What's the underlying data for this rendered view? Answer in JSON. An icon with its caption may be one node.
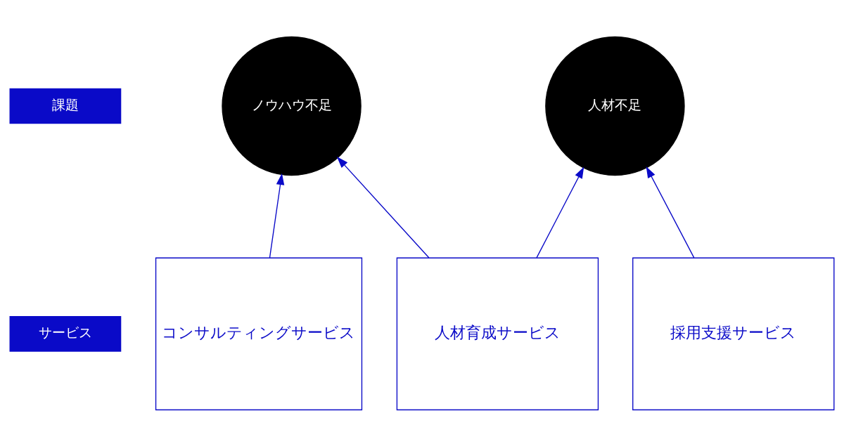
{
  "diagram": {
    "nodes": [
      {
        "text": [
          "課題"
        ]
      },
      {
        "text": [
          "サービス"
        ]
      },
      {
        "text": [
          "ノウハウ不足"
        ]
      },
      {
        "text": [
          "人材不足"
        ]
      },
      {
        "text": [
          "コンサルティングサービス"
        ]
      },
      {
        "text": [
          "人材育成サービス"
        ]
      },
      {
        "text": [
          "採用支援サービス"
        ]
      }
    ],
    "edges": [
      {
        "from": 4,
        "to": 2,
        "arrow": "to"
      },
      {
        "from": 5,
        "to": 2,
        "arrow": "to"
      },
      {
        "from": 5,
        "to": 3,
        "arrow": "to"
      },
      {
        "from": 6,
        "to": 3,
        "arrow": "to"
      }
    ]
  }
}
